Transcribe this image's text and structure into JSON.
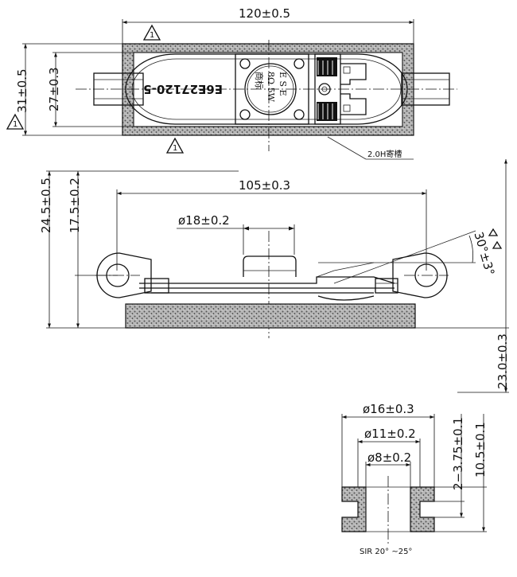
{
  "top_view": {
    "dim_length": "120±0.5",
    "dim_height_outer": "31±0.5",
    "dim_height_inner": "27±0.3",
    "model_label": "E6E27120-5",
    "magnet_text_1": "E S E",
    "magnet_text_2": "8Ω 5W",
    "magnet_text_3": "商标",
    "vent_label": "2.0H寄槽",
    "warning_mark": "1"
  },
  "side_view": {
    "dim_mount_spacing": "105±0.3",
    "dim_magnet_dia": "ø18±0.2",
    "dim_total_height": "24.5±0.5",
    "dim_mount_height": "17.5±0.2",
    "dim_angle": "30°±3°",
    "dim_depth": "23.0±0.3"
  },
  "grommet": {
    "dim_outer": "ø16±0.3",
    "dim_mid": "ø11±0.2",
    "dim_inner": "ø8±0.2",
    "dim_groove": "2−3.75±0.1",
    "dim_height": "10.5±0.1",
    "material_note": "SIR 20° ~25°"
  }
}
